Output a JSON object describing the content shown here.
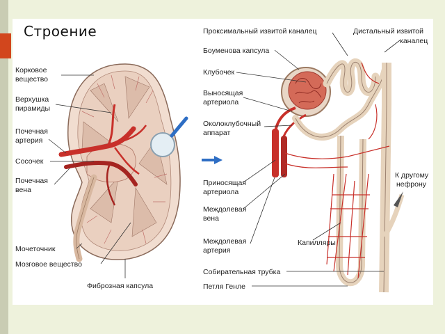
{
  "slide": {
    "title": "Строение",
    "accent_color": "#d2461d",
    "sidebar_color": "#c9ccb3",
    "background_color": "#eef2dc"
  },
  "kidney_labels": {
    "cortex": [
      "Корковое",
      "вещество"
    ],
    "pyramid_apex": [
      "Верхушка",
      "пирамиды"
    ],
    "renal_artery": [
      "Почечная",
      "артерия"
    ],
    "papilla": "Сосочек",
    "renal_vein": [
      "Почечная",
      "вена"
    ],
    "ureter": "Мочеточник",
    "medulla": "Мозговое вещество",
    "fibrous_capsule": "Фиброзная капсула"
  },
  "nephron_labels": {
    "proximal_tubule": "Проксимальный извитой каналец",
    "distal_tubule": [
      "Дистальный извитой",
      "каналец"
    ],
    "bowman_capsule": "Боуменова капсула",
    "glomerulus": "Клубочек",
    "efferent_arteriole": [
      "Выносящая",
      "артериола"
    ],
    "juxtaglomerular": [
      "Околоклубочный",
      "аппарат"
    ],
    "afferent_arteriole": [
      "Приносящая",
      "артериола"
    ],
    "interlobar_vein": [
      "Междолевая",
      "вена"
    ],
    "interlobar_artery": [
      "Междолевая",
      "артерия"
    ],
    "capillaries": "Капилляры",
    "collecting_duct": "Собирательная трубка",
    "loop_of_henle": "Петля Генле",
    "other_nephron": [
      "К другому",
      "нефрону"
    ]
  },
  "colors": {
    "vessel_red": "#c8302a",
    "tubule_beige": "#e6d3bc",
    "tissue_pink": "#efd9cc",
    "magnifier_blue": "#2e6ec4"
  }
}
